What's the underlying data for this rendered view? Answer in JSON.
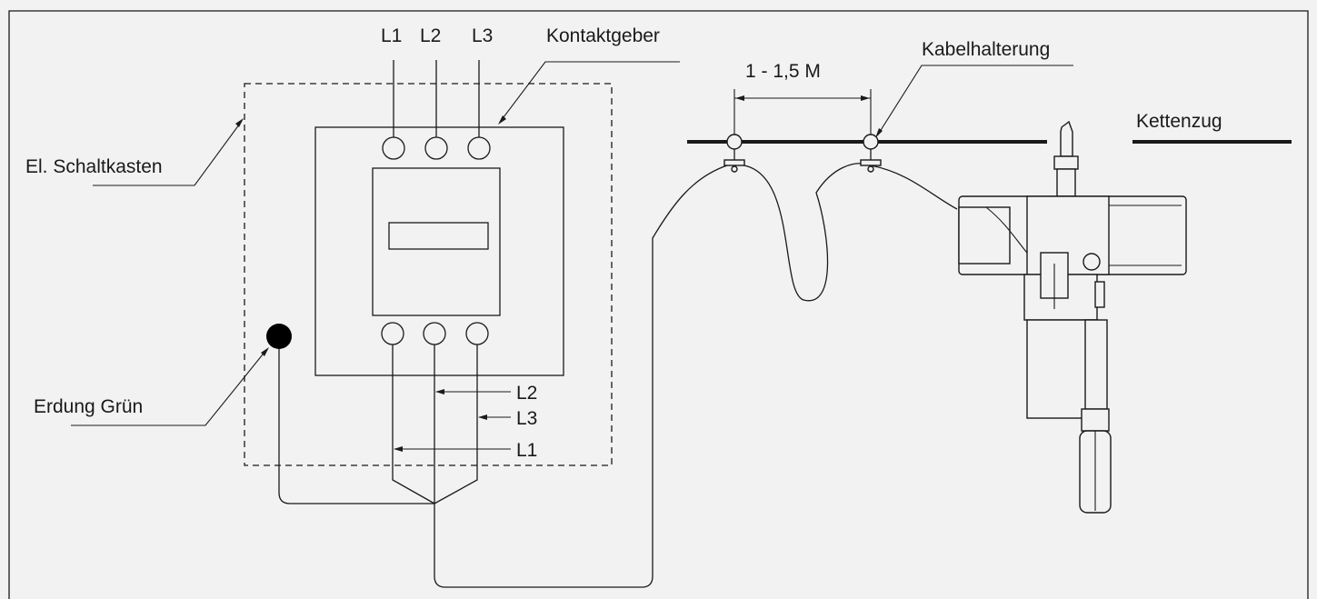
{
  "labels": {
    "switch_box": "El. Schaltkasten",
    "contactor": "Kontaktgeber",
    "grounding": "Erdung Grün",
    "cable_holder": "Kabelhalterung",
    "chain_hoist": "Kettenzug",
    "distance": "1 - 1,5 M"
  },
  "phases": {
    "top": [
      "L1",
      "L2",
      "L3"
    ],
    "bottom": [
      "L2",
      "L3",
      "L1"
    ]
  },
  "colors": {
    "background": "#f2f2f2",
    "line": "#1a1a1a"
  }
}
